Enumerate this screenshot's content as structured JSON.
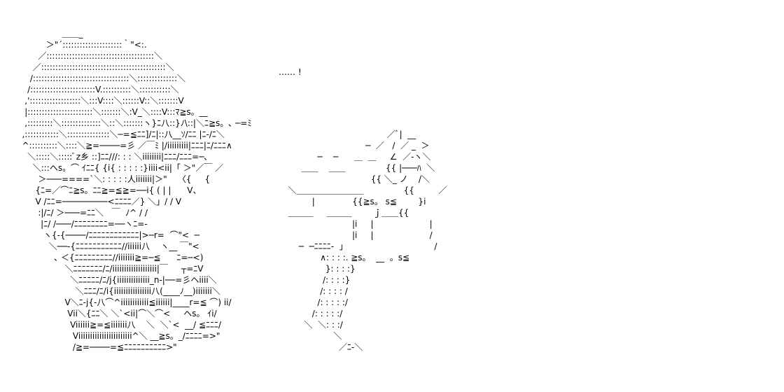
{
  "speech": "…… !",
  "art_lines": [
    "                  ＿＿_",
    "            ＞\"´:::::::::::::::::::::｀\"<:.",
    "         ／::::::::::::::::::::::::::::::::::::::＼",
    "       ／::::::::::::::::::::::::::::::::::::::::::::＼",
    "      /::::::::::::::::::::::::::::::::::＼::::::::::::::＼",
    "     /:::::::::::::::::::::::V.::::::::::＼:::::::::::＼",
    "    ,'::::::::::::::::::＼:::V::::＼::::::V::＼:::::::V",
    "    |:::::::::::::::::::::::＼:::::::＼:V_＼::::V:::ﾏ≧s。__",
    "    ,:::::::::＼::::::::::::::＼::＼:::::::ヽ}ﾆ八::}ﾉ\\::|＼ﾆ≧s。､ ─=ﾐ",
    "   ,::::::::::::＼:::::::::::::::＼─=≦ﾆﾆ]/ﾆ|::八__ｿ/ﾆﾆ |ﾆ-/ﾆ＼",
    "   ^::::::::::＼::::＼≧=────=彡 ／￣ﾐ |/iiiiiiiii|ﾆﾆﾆ|ﾆ/ﾆﾆﾆ∧",
    "     ＼:::::＼:::::ﾞz乡 ::]ﾆﾆ///: : : ＼iiiiiiii|ﾆﾆﾆ/ﾆﾆﾆ=─､",
    "       ＼:::ヘs。⌒ ｲﾆﾆ{ {i{ : : : : :}iiii<ii|「 ＞\"／￣ ／",
    "         ＞───====`＼: : : : :人iiiiiii|＞\"    〈{     {",
    "        {ﾆ=／⌒ﾆ≧s。ﾆﾆ≧=≦≧=──i{ ( | |      V、",
    "        V /ﾆﾆ=─────────<ﾆﾆﾆﾆ／} ＼」/ / V",
    "         :|/ﾆ/ ＞───=ﾆﾆ＼   ￣  ﾉ^ / /",
    "          |ﾆ/ /───/ﾆﾆﾆﾆﾆﾆﾆﾆ=──ヽﾆ=-",
    "           ヽ{-{────/ﾆﾆﾆﾆﾆﾆﾆﾆﾆﾆﾆﾆ|>─r=  ⌒\"<  ─",
    "             ＼──-{ﾆﾆﾆﾆﾆﾆﾆﾆﾆﾆﾆ//iiiiii八    ヽ__ ￣\"<",
    "               ､ ＜{ﾆﾆﾆﾆﾆﾆﾆﾆﾆ//iiiiiii≧=─≦      ﾆ=─<)",
    "                   ＼ﾆﾆﾆﾆﾆﾆﾆ/ﾆ/iiiiiiiiiiiiiiiiiii|￣     ┬=ﾆV",
    "                     ＼ﾆﾆﾆﾆﾆ/ﾆ/j{iiiiiiiiiiiiii_n-|──=彡ヘiiii＼",
    "                       ＼ﾆﾆﾆ/ﾆ/i{iiiiiiiiiiiiiiii八(____ﾉ__)iiiiiii＼",
    "                   V＼ﾆ-j{-八⌒^iiiiiiiiiiii≦iiiiii|____r=≦ ⌒) ii/",
    "                    Vii＼{ﾆﾆ＼ ＼`<ii|⌒＼⌒<     ヘs。 ｲi/",
    "                     Viiiiii≧=≦iiiiiii八    ＼  ＼`<  __/ ≦ﾆﾆﾆ/",
    "                      Viiiiiiiiiiiiiiiiiiiiiii^＼ __≧s。_/ﾆﾆﾆﾆ=>\"",
    "                      /≧=────=≦ﾆﾆﾆﾆﾆﾆﾆﾆﾆﾆ>\""
  ],
  "cup_lines": [
    "                                        ／ﾞ|  __",
    "                                ─  ／   /  ／ _  ＞",
    "              ─    ─      ＿  ＿     ∠  ／-ヽ＼",
    "        ＿＿    ＿＿               {{ |───ﾊ  ＼",
    "                                  {{ ＼_ ノ    /＼",
    "   ＼＿＿＿＿＿＿＿＿               {{         ／",
    "            |              {{≧s。 s≦        }i",
    "   ＿＿＿     ＿＿＿        ｊ＿＿{{",
    "                           |i     |                     |",
    "                           |i     |                     /",
    "       ─  ─ﾆﾆﾆﾆ-  ｣                                  /",
    "               ∧: : : :. ≧s。  __  。s≦",
    "                 }: : : :}",
    "                /: : : :}",
    "               /: : : : /",
    "              /: : : : :/",
    "            /: : : : :/",
    "         ＼  ＼: : :/",
    "                    ＼",
    "                      ／ﾆ-＼"
  ]
}
